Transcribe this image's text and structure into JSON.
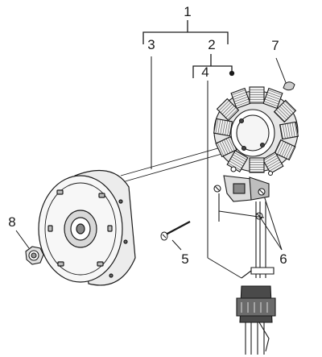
{
  "labels": {
    "l1": "1",
    "l2": "2",
    "l3": "3",
    "l4": "4",
    "l5": "5",
    "l6": "6",
    "l7": "7",
    "l8": "8"
  },
  "colors": {
    "line": "#1a1a1a",
    "fill_light": "#f2f2f2",
    "fill_mid": "#cfcfcf",
    "fill_dark": "#555555",
    "background": "#ffffff"
  },
  "parts": [
    "flywheel-rotor",
    "stator",
    "screw",
    "key",
    "nut",
    "wiring-connector",
    "bracket"
  ]
}
